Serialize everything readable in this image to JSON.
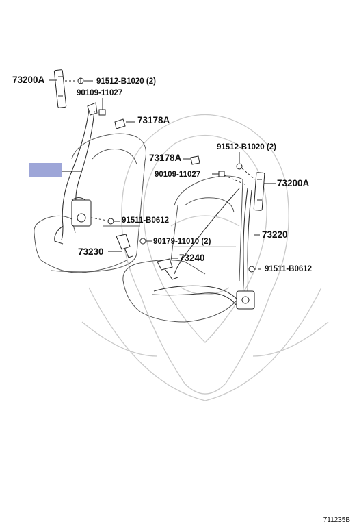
{
  "diagram": {
    "parts": {
      "p_73200A_left": "73200A",
      "p_91512_left": "91512-B1020 (2)",
      "p_90109_left": "90109-11027",
      "p_73178A_left": "73178A",
      "p_91511_left": "91511-B0612",
      "p_73230": "73230",
      "p_73178A_right": "73178A",
      "p_91512_right": "91512-B1020 (2)",
      "p_90109_right": "90109-11027",
      "p_73200A_right": "73200A",
      "p_73220": "73220",
      "p_90179": "90179-11010 (2)",
      "p_73240": "73240",
      "p_91511_right": "91511-B0612"
    },
    "highlight_color": "#9ea6d8",
    "footer_code": "711235B"
  }
}
